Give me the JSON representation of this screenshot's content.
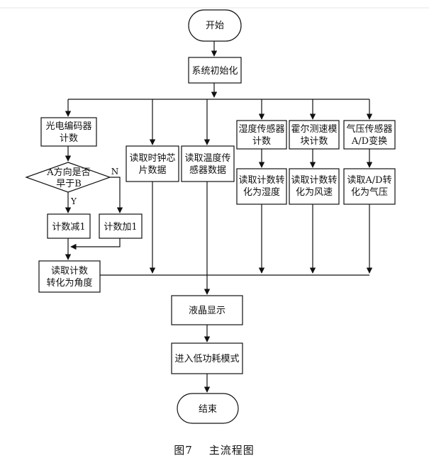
{
  "diagram": {
    "start": "开始",
    "init": "系统初始化",
    "encoder": [
      "光电编码器",
      "计数"
    ],
    "decision": [
      "A方向是否",
      "早于B"
    ],
    "yes_label": "Y",
    "no_label": "N",
    "minus": "计数减1",
    "plus": "计数加1",
    "angle": [
      "读取计数",
      "转化为角度"
    ],
    "clock": [
      "读取时钟芯",
      "片数据"
    ],
    "temp": [
      "读取温度传",
      "感器数据"
    ],
    "humidity_sensor": [
      "湿度传感器",
      "计数"
    ],
    "hall": [
      "霍尔测速模",
      "块计数"
    ],
    "pressure_sensor": [
      "气压传感器",
      "A/D变换"
    ],
    "humidity_read": [
      "读取计数转",
      "化为湿度"
    ],
    "wind_read": [
      "读取计数转",
      "化为风速"
    ],
    "pressure_read": [
      "读取A/D转",
      "化为气压"
    ],
    "lcd": "液晶显示",
    "lowpower": "进入低功耗模式",
    "end": "结束"
  },
  "caption": "图7    主流程图"
}
